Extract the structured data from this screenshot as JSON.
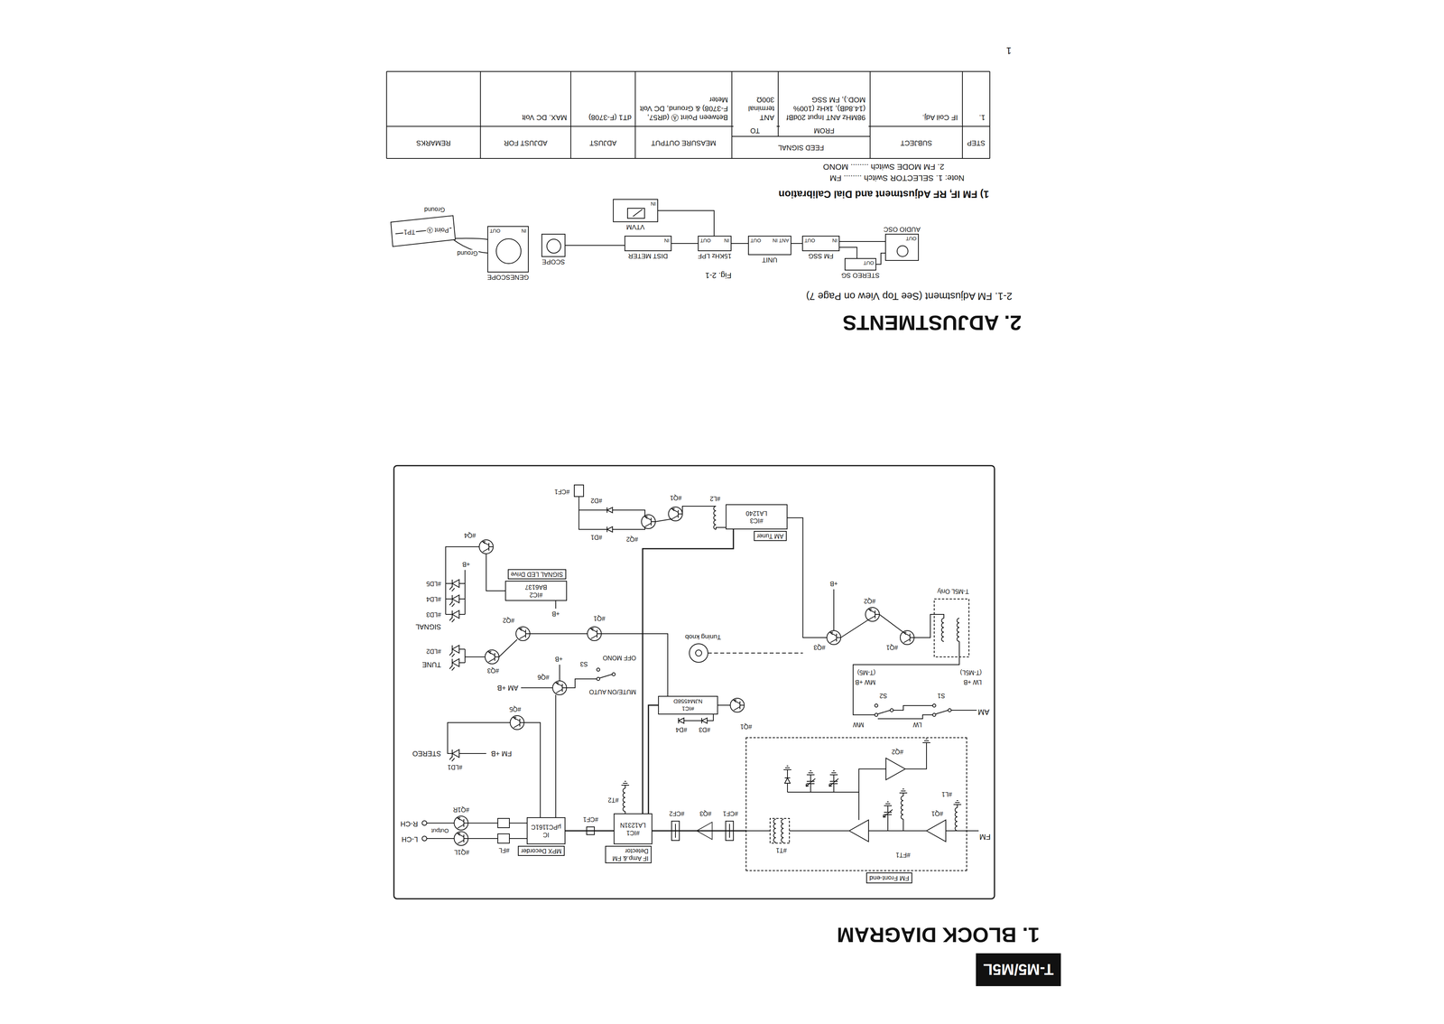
{
  "diagram": {
    "nodes": [
      {
        "text": [
          "T-M5/M5L"
        ]
      },
      {
        "text": [
          "FM Front-end"
        ]
      },
      {
        "text": [
          "IF Amp.& FM Detector",
          "#IC1",
          "LA1231N"
        ]
      },
      {
        "text": [
          "MPX Decorder",
          "IC",
          "μPC1161C"
        ]
      },
      {
        "text": [
          "#IC1",
          "NJM4558D"
        ]
      },
      {
        "text": [
          "AM Tuner",
          "#IC3",
          "LA1240"
        ]
      },
      {
        "text": [
          "SIGNAL LED Drive",
          "#IC2",
          "BA6137"
        ]
      },
      {
        "text": [
          "AUDIO OSC",
          "OUT"
        ]
      },
      {
        "text": [
          "STEREO SG",
          "OUT"
        ]
      },
      {
        "text": [
          "FM SSG",
          "IN",
          "OUT"
        ]
      },
      {
        "text": [
          "UNIT",
          "ANT IN",
          "OUT"
        ]
      },
      {
        "text": [
          "15KHz LPF",
          "IN",
          "OUT"
        ]
      },
      {
        "text": [
          "DIST METER",
          "IN"
        ]
      },
      {
        "text": [
          "VTVM",
          "IN"
        ]
      },
      {
        "text": [
          "SCOPE"
        ]
      },
      {
        "text": [
          "GENESCOPE",
          "IN",
          "OUT"
        ]
      }
    ],
    "edges": [
      {
        "from": 1,
        "to": 2,
        "arrow": "none"
      },
      {
        "from": 2,
        "to": 3,
        "arrow": "none"
      },
      {
        "from": 2,
        "to": 4,
        "arrow": "none"
      },
      {
        "from": 5,
        "to": 2,
        "arrow": "none"
      },
      {
        "from": 7,
        "to": 8,
        "arrow": "none"
      },
      {
        "from": 7,
        "to": 9,
        "arrow": "none"
      },
      {
        "from": 8,
        "to": 9,
        "arrow": "none"
      },
      {
        "from": 9,
        "to": 10,
        "arrow": "none"
      },
      {
        "from": 10,
        "to": 11,
        "arrow": "none"
      },
      {
        "from": 11,
        "to": 12,
        "arrow": "none"
      },
      {
        "from": 11,
        "to": 13,
        "arrow": "none"
      },
      {
        "from": 12,
        "to": 14,
        "arrow": "none"
      }
    ],
    "labels": [
      "FM",
      "#L1",
      "#FT1",
      "#Q1",
      "#Q2",
      "#CF1",
      "#T1",
      "#Q3",
      "#CF2",
      "#T2",
      "#CF1",
      "#FL",
      "L-CH",
      "Output",
      "R-CH",
      "#Q1L",
      "#Q1R",
      "STEREO",
      "#LD1",
      "FM +B",
      "#Q5",
      "#Q6",
      "+B",
      "AM +B",
      "MUTE/ON AUTO",
      "S3",
      "OFF MONO",
      "TUNE",
      "#LD2",
      "#Q3",
      "#Q2",
      "#Q1",
      "#Q4",
      "SIGNAL",
      "#LD3",
      "#LD4",
      "#LD5",
      "+B",
      "+B",
      "Tuning knob",
      "#Q1",
      "#D3",
      "#D4",
      "AM",
      "LW",
      "MW",
      "T-M5L Only",
      "LW +B",
      "MW +B",
      "(T-M5)",
      "(T-M5L)",
      "S1",
      "S2",
      "#Q1",
      "#Q2",
      "#Q3",
      "+B",
      "#D1",
      "#D2",
      "#Q1",
      "#Q2",
      "#CF1",
      "#L2",
      "Fig. 2-1",
      "TP1",
      "Point Ⓐ",
      "Ground",
      "Ground",
      "1. BLOCK DIAGRAM",
      "2. ADJUSTMENTS",
      "2-1. FM Adjustment (See Top View on Page 7)",
      "1) FM IF, RF Adjustment and Dial Calibration",
      "Note: 1. SELECTOR Switch ........ FM",
      "2. FM MODE Switch ........ MONO",
      "STEP",
      "SUBJECT",
      "FEED SIGNAL",
      "FROM",
      "TO",
      "MEASURE OUTPUT",
      "ADJUST",
      "ADJUST FOR",
      "REMARKS",
      "1.",
      "IF Coil Adj.",
      "98MHz ANT Input 20dBf (14.8dB), 1kHz (100% MOD.), FM SSG",
      "ANT terminal 300Ω",
      "Between Point Ⓐ (dR57, F-3708) & Ground, DC Volt Meter",
      "dT1 (F-3708)",
      "MAX. DC Volt",
      "1"
    ]
  }
}
